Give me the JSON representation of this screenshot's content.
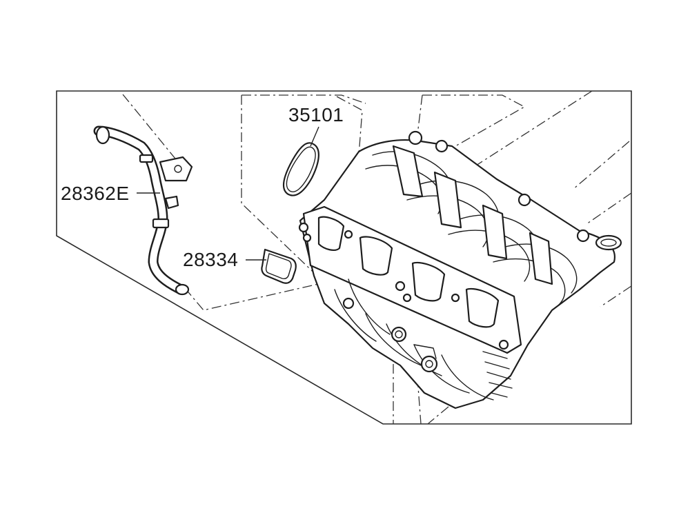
{
  "parts": [
    {
      "id": "hose",
      "label": "28362E"
    },
    {
      "id": "o-ring",
      "label": "35101"
    },
    {
      "id": "gasket",
      "label": "28334"
    }
  ],
  "colors": {
    "line": "#1e1e1e",
    "background": "#ffffff"
  }
}
